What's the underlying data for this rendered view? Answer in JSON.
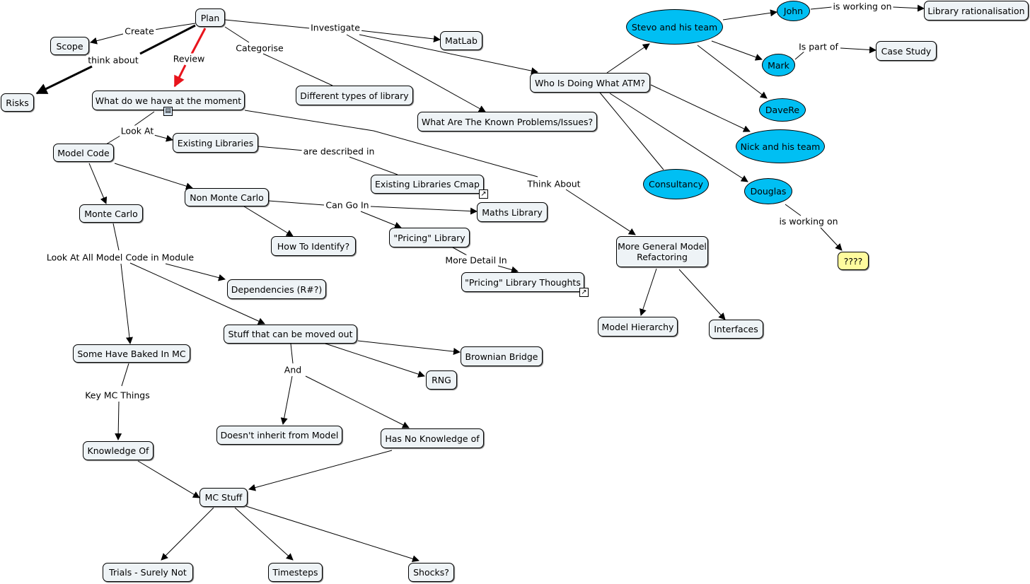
{
  "nodes": {
    "plan": "Plan",
    "scope": "Scope",
    "risks": "Risks",
    "what_do_we_have": "What do we have at the moment",
    "diff_types": "Different types of library",
    "matlab": "MatLab",
    "who_is_doing": "Who Is Doing What ATM?",
    "known_problems": "What Are The Known Problems/Issues?",
    "stevo": "Stevo and his team",
    "john": "John",
    "library_rationalisation": "Library rationalisation",
    "mark": "Mark",
    "case_study": "Case Study",
    "davere": "DaveRe",
    "nick": "Nick and his team",
    "consultancy": "Consultancy",
    "douglas": "Douglas",
    "unknown": "????",
    "model_code": "Model Code",
    "existing_libraries": "Existing Libraries",
    "existing_libraries_cmap": "Existing Libraries Cmap",
    "non_monte_carlo": "Non Monte Carlo",
    "maths_library": "Maths Library",
    "pricing_library": "\"Pricing\" Library",
    "pricing_thoughts": "\"Pricing\" Library Thoughts",
    "how_to_identify": "How To Identify?",
    "monte_carlo": "Monte Carlo",
    "dependencies": "Dependencies (R#?)",
    "stuff_moved_out": "Stuff that can be moved out",
    "brownian_bridge": "Brownian Bridge",
    "rng": "RNG",
    "doesnt_inherit": "Doesn't inherit from Model",
    "no_knowledge": "Has No Knowledge of",
    "baked_in_mc": "Some Have Baked In MC",
    "knowledge_of": "Knowledge Of",
    "mc_stuff": "MC Stuff",
    "trials": "Trials - Surely Not",
    "timesteps": "Timesteps",
    "shocks": "Shocks?",
    "general_refactoring": "More General Model Refactoring",
    "model_hierarchy": "Model Hierarchy",
    "interfaces": "Interfaces"
  },
  "links": {
    "create": "Create",
    "think_about": "think about",
    "review": "Review",
    "categorise": "Categorise",
    "investigate": "Investigate",
    "is_working_on_john": "is working on",
    "is_part_of": "Is part of",
    "is_working_on_douglas": "is working on",
    "look_at": "Look At",
    "are_described_in": "are described in",
    "think_about_general": "Think About",
    "can_go_in": "Can Go In",
    "more_detail_in": "More Detail In",
    "look_at_all": "Look At All Model Code in Module",
    "and": "And",
    "key_mc_things": "Key MC Things"
  },
  "colors": {
    "node_fill": "#eef3f6",
    "person_fill": "#00bff3",
    "unknown_fill": "#fffb9e",
    "review_link": "#e8141c",
    "link": "#000000"
  },
  "icons": {
    "resource_link": "external-link-icon",
    "attached_document": "document-icon"
  }
}
